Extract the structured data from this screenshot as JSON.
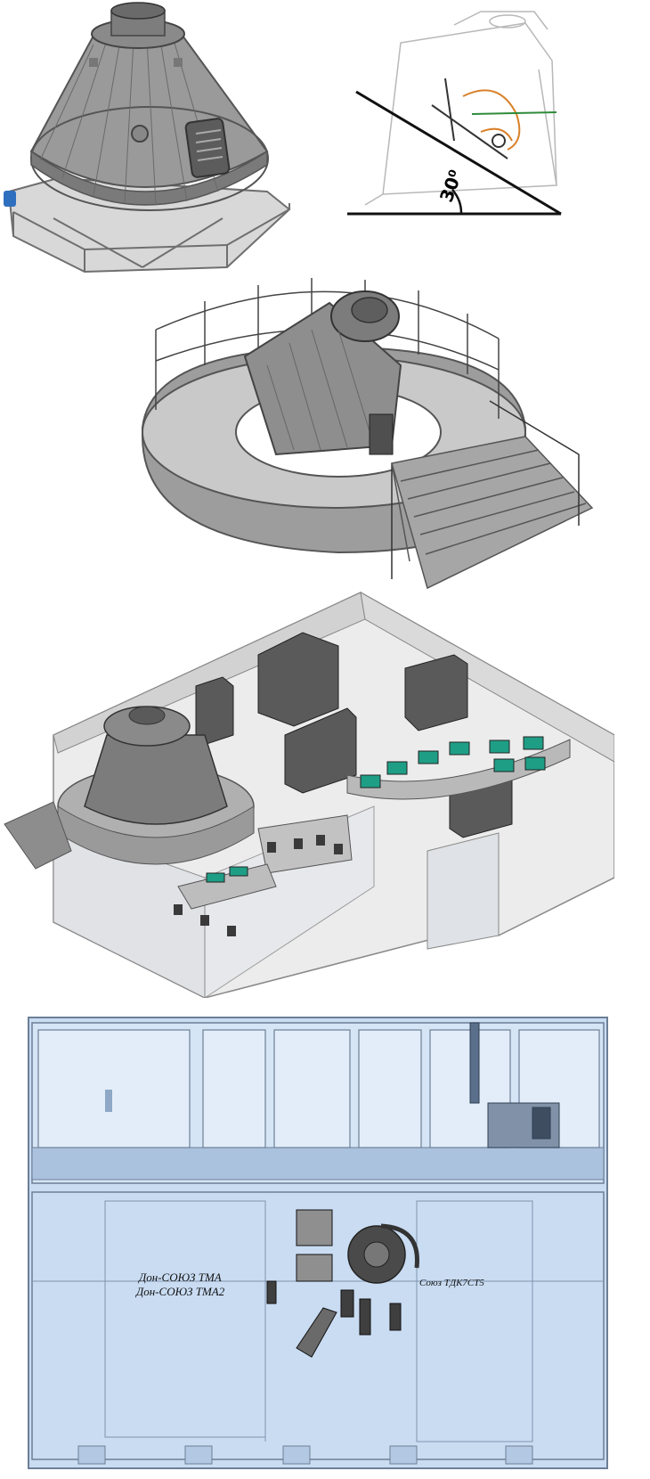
{
  "figure": {
    "panels": [
      {
        "id": "capsule-on-stand",
        "description_icon": "capsule-icon"
      },
      {
        "id": "seat-tilt-schematic",
        "angle_label": "30⁰"
      },
      {
        "id": "capsule-with-platform",
        "description_icon": "platform-icon"
      },
      {
        "id": "training-room-layout",
        "description_icon": "room-icon"
      },
      {
        "id": "building-plan",
        "labels": {
          "sim_line1": "Дон-СОЮЗ ТМА",
          "sim_line2": "Дон-СОЮЗ ТМА2",
          "sim_right": "Союз ТДК7СТ5"
        }
      }
    ],
    "colors": {
      "capsule_body": "#8f8f8f",
      "capsule_dark": "#5e5e5e",
      "frame": "#a9a9a9",
      "floor": "#e9e9e9",
      "plan_blue": "#c9dcf2",
      "plan_line": "#6d7f96",
      "angle_mark": "#111111",
      "harness_orange": "#d9822b",
      "harness_green": "#2e8b3a"
    }
  }
}
